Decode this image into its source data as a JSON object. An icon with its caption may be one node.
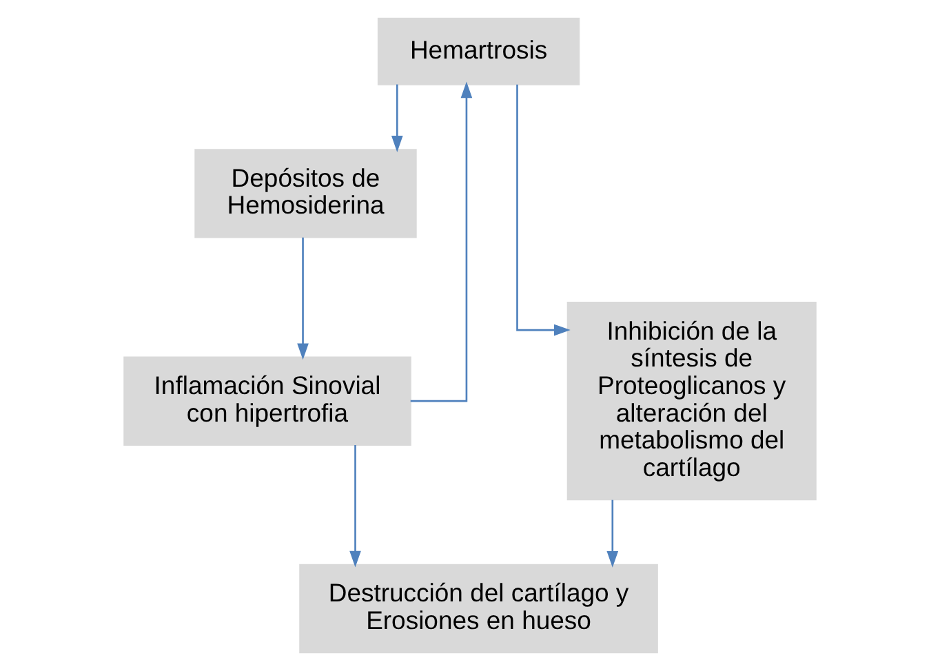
{
  "diagram": {
    "nodes": [
      {
        "text": [
          "Hemartrosis"
        ]
      },
      {
        "text": [
          "Depósitos de Hemosiderina"
        ]
      },
      {
        "text": [
          "Inflamación Sinovial con hipertrofia"
        ]
      },
      {
        "text": [
          "Inhibición de la síntesis de Proteoglicanos y alteración del metabolismo del cartílago"
        ]
      },
      {
        "text": [
          "Destrucción del cartílago y Erosiones en hueso"
        ]
      }
    ],
    "edges": [
      {
        "from": 0,
        "to": 1,
        "arrow": "to"
      },
      {
        "from": 0,
        "to": 3,
        "arrow": "to"
      },
      {
        "from": 1,
        "to": 2,
        "arrow": "to"
      },
      {
        "from": 2,
        "to": 0,
        "arrow": "to"
      },
      {
        "from": 2,
        "to": 4,
        "arrow": "to"
      },
      {
        "from": 3,
        "to": 4,
        "arrow": "to"
      }
    ]
  }
}
